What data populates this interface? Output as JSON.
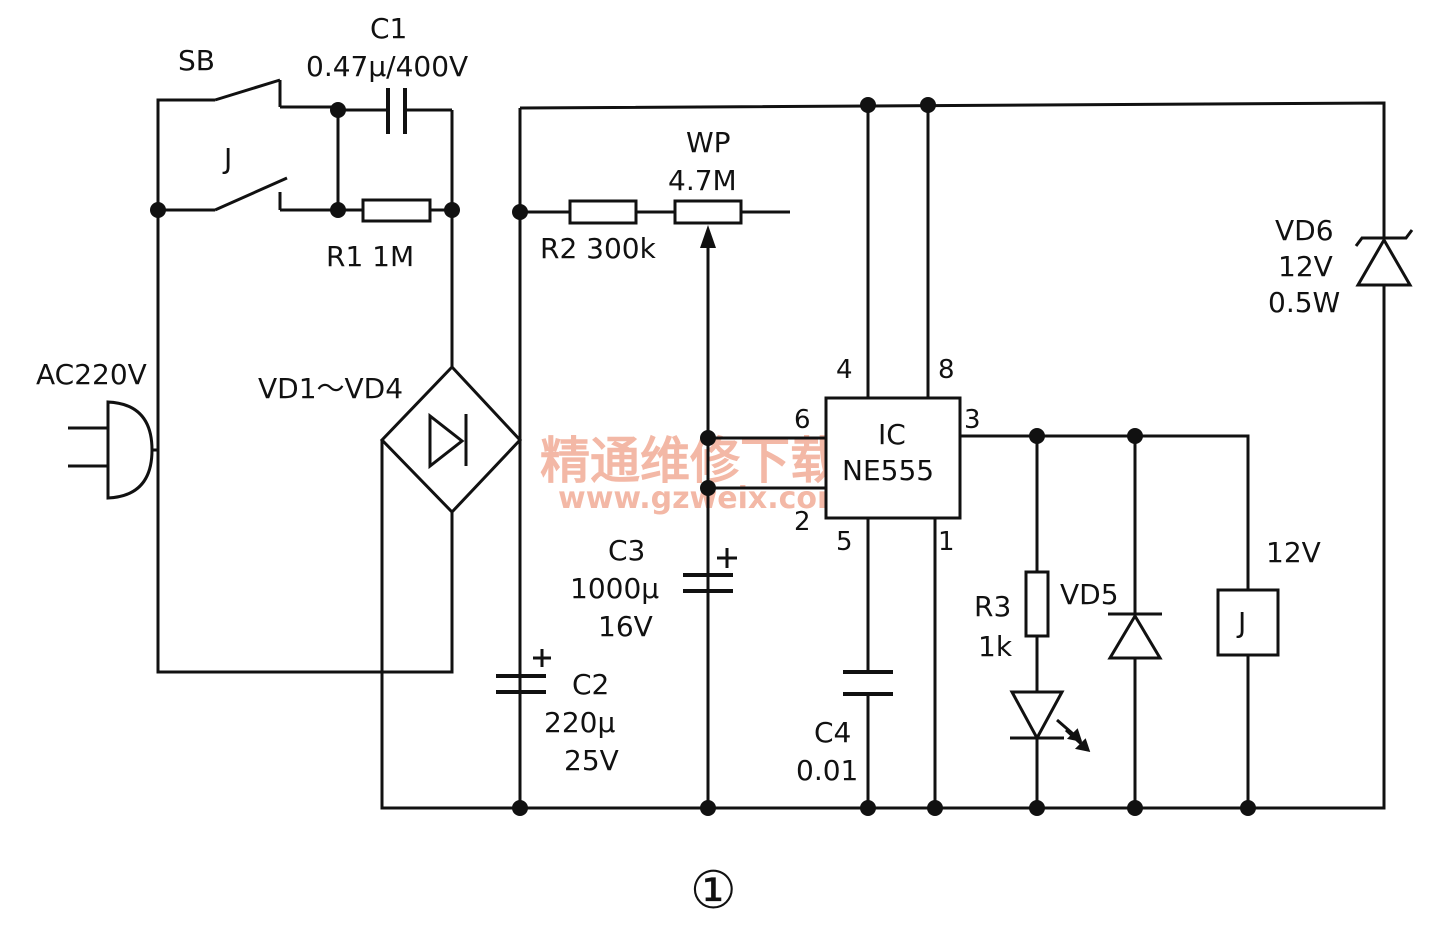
{
  "colors": {
    "ink": "#111111",
    "watermark": "#f3b8a6",
    "background": "#ffffff"
  },
  "labels": {
    "sb": "SB",
    "c1_name": "C1",
    "c1_value": "0.47μ/400V",
    "j_contact": "J",
    "r1": "R1  1M",
    "ac": "AC220V",
    "bridge": "VD1～VD4",
    "r2": "R2  300k",
    "wp_name": "WP",
    "wp_value": "4.7M",
    "vd6_name": "VD6",
    "vd6_v": "12V",
    "vd6_w": "0.5W",
    "ic_name": "IC",
    "ic_part": "NE555",
    "c3_name": "C3",
    "c3_val": "1000μ",
    "c3_v": "16V",
    "c2_name": "C2",
    "c2_val": "220μ",
    "c2_v": "25V",
    "c4_name": "C4",
    "c4_val": "0.01",
    "r3_name": "R3",
    "r3_val": "1k",
    "vd5": "VD5",
    "relay_v": "12V",
    "relay": "J",
    "figure": "①"
  },
  "pins": {
    "p4": "4",
    "p8": "8",
    "p6": "6",
    "p2": "2",
    "p3": "3",
    "p5": "5",
    "p1": "1"
  },
  "watermark": {
    "line1": "精通维修下载",
    "line2": "www.gzweix.com"
  }
}
